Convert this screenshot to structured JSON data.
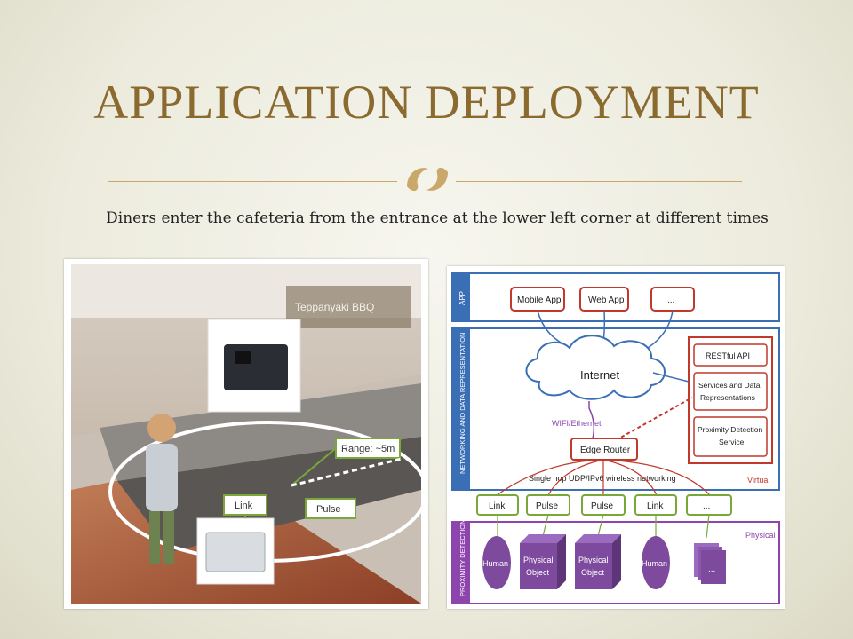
{
  "slide": {
    "title": "APPLICATION DEPLOYMENT",
    "subtitle": "Diners enter the cafeteria from the entrance at the lower left corner at different times",
    "divider_icon": "double-hook-ornament-icon",
    "accent_color": "#8a6a2e"
  },
  "photo": {
    "sign_text": "Teppanyaki BBQ",
    "range_label": "Range: ~5m",
    "pulse_label": "Pulse",
    "link_label": "Link"
  },
  "diagram": {
    "layers": {
      "app": "APP",
      "networking": "NETWORKING AND DATA REPRESENTATION",
      "proximity": "PROXIMITY DETECTION"
    },
    "apps": [
      "Mobile App",
      "Web App",
      "..."
    ],
    "internet": "Internet",
    "services": {
      "restful": "RESTful API",
      "services_l1": "Services and Data",
      "services_l2": "Representations",
      "proximity_l1": "Proximity Detection",
      "proximity_l2": "Service"
    },
    "wifi": "WIFI/Ethernet",
    "edge_router": "Edge Router",
    "network_note": "Single hop UDP/IPv6  wireless networking",
    "virtual": "Virtual",
    "physical": "Physical",
    "nodes": [
      "Link",
      "Pulse",
      "Pulse",
      "Link",
      "..."
    ],
    "entities": {
      "human": "Human",
      "physical_l1": "Physical",
      "physical_l2": "Object",
      "ellipsis": "..."
    }
  }
}
